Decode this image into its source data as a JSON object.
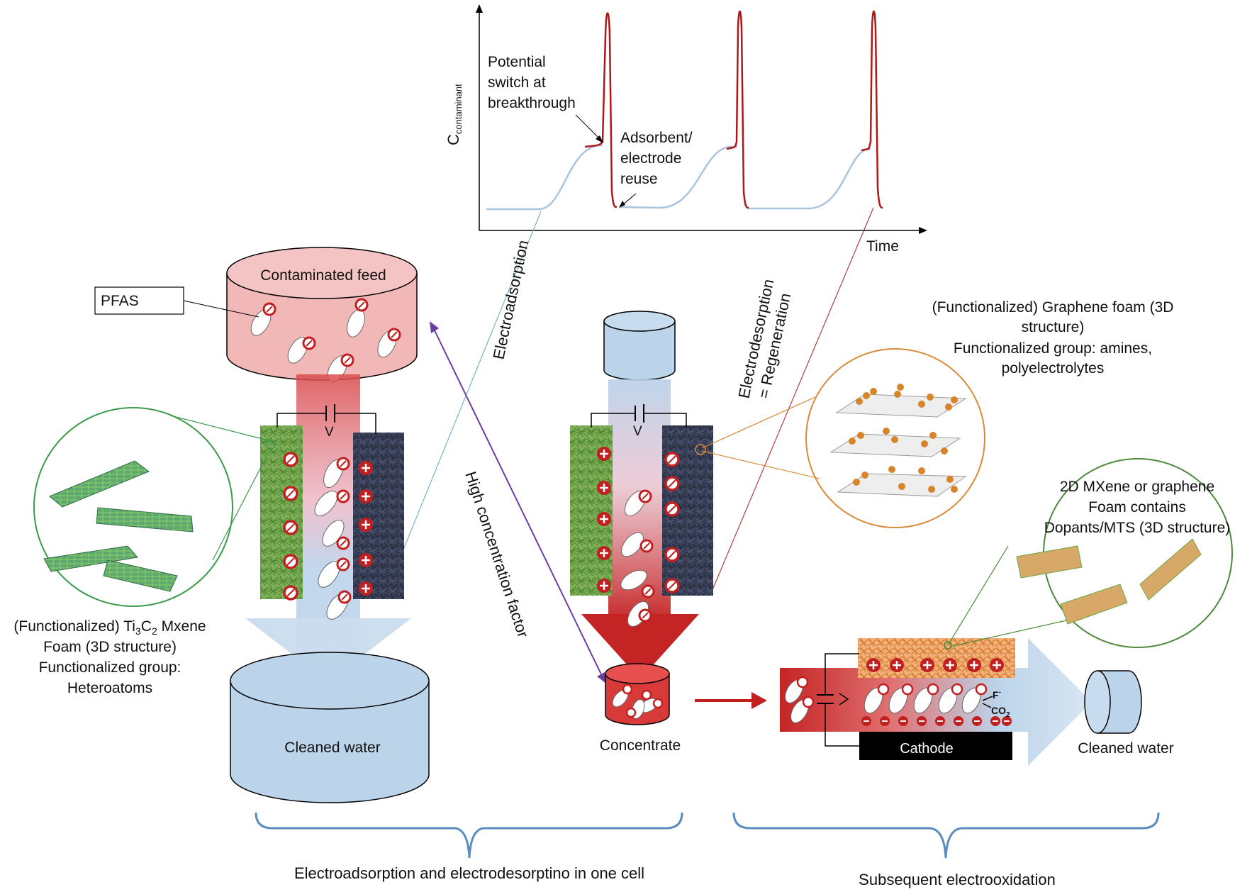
{
  "graph": {
    "y_axis_label": "C",
    "y_axis_subscript": "contaminant",
    "x_axis_label": "Time",
    "annotation_switch": [
      "Potential",
      "switch at",
      "breakthrough"
    ],
    "annotation_reuse": [
      "Adsorbent/",
      "electrode",
      "reuse"
    ]
  },
  "connectors": {
    "electroadsorption": "Electroadsorption",
    "electrodesorption_1": "Electrodesorption",
    "electrodesorption_2": "= Regeneration",
    "high_concentration": "High concentration factor"
  },
  "left_cell": {
    "feed_label": "Contaminated  feed",
    "pfas_label": "PFAS",
    "voltage_label": "V",
    "cleaned_label": "Cleaned water",
    "mxene_caption_1_prefix": "(Functionalized) Ti",
    "mxene_caption_1_sub1": "3",
    "mxene_caption_1_mid": "C",
    "mxene_caption_1_sub2": "2",
    "mxene_caption_1_suffix": " Mxene",
    "mxene_caption_2": "Foam (3D structure)",
    "mxene_caption_3": "Functionalized group:",
    "mxene_caption_4": "Heteroatoms"
  },
  "middle_cell": {
    "voltage_label": "V",
    "concentrate_label": "Concentrate",
    "graphene_caption": [
      "(Functionalized) Graphene foam (3D",
      "structure)",
      "Functionalized group: amines,",
      "polyelectrolytes"
    ]
  },
  "oxidation_cell": {
    "mxene_caption": [
      "2D MXene or graphene",
      "Foam contains",
      "Dopants/MTS (3D structure)"
    ],
    "cathode_label": "Cathode",
    "product_f": "F",
    "product_f_sup": "-",
    "product_co2": "CO",
    "product_co2_sub": "2",
    "cleaned_label": "Cleaned water"
  },
  "brackets": {
    "left": "Electroadsorption and electrodesorptino in one cell",
    "right": "Subsequent electrooxidation"
  },
  "colors": {
    "feed_red": "#f2b8b8",
    "water_blue": "#bcd4ea",
    "arrow_red": "#c22020",
    "bracket_blue": "#5b8cc0",
    "graphene_circle": "#d98a3a",
    "mxene_circle": "#3c9a4a",
    "purple": "#6a3fa0",
    "curve_red": "#b01818",
    "curve_blue": "#a8c4de"
  }
}
